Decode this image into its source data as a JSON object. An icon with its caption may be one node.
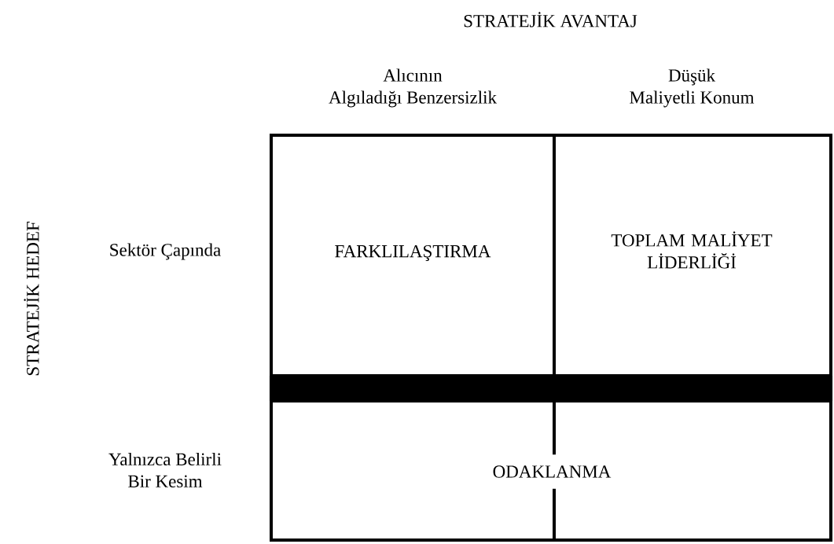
{
  "diagram": {
    "nodes": [
      {
        "text": [
          "FARKLILAŞTIRMA"
        ]
      },
      {
        "text": [
          "TOPLAM MALİYET LİDERLİĞİ"
        ]
      },
      {
        "text": [],
        "shape": "bar"
      },
      {
        "text": [
          "ODAKLANMA"
        ]
      }
    ],
    "labels": [
      "STRATEJİK AVANTAJ",
      "Alıcının Algıladığı Benzersizlik",
      "Düşük Maliyetli Konum",
      "STRATEJİK HEDEF",
      "Sektör Çapında",
      "Yalnızca Belirli Bir Kesim"
    ]
  }
}
